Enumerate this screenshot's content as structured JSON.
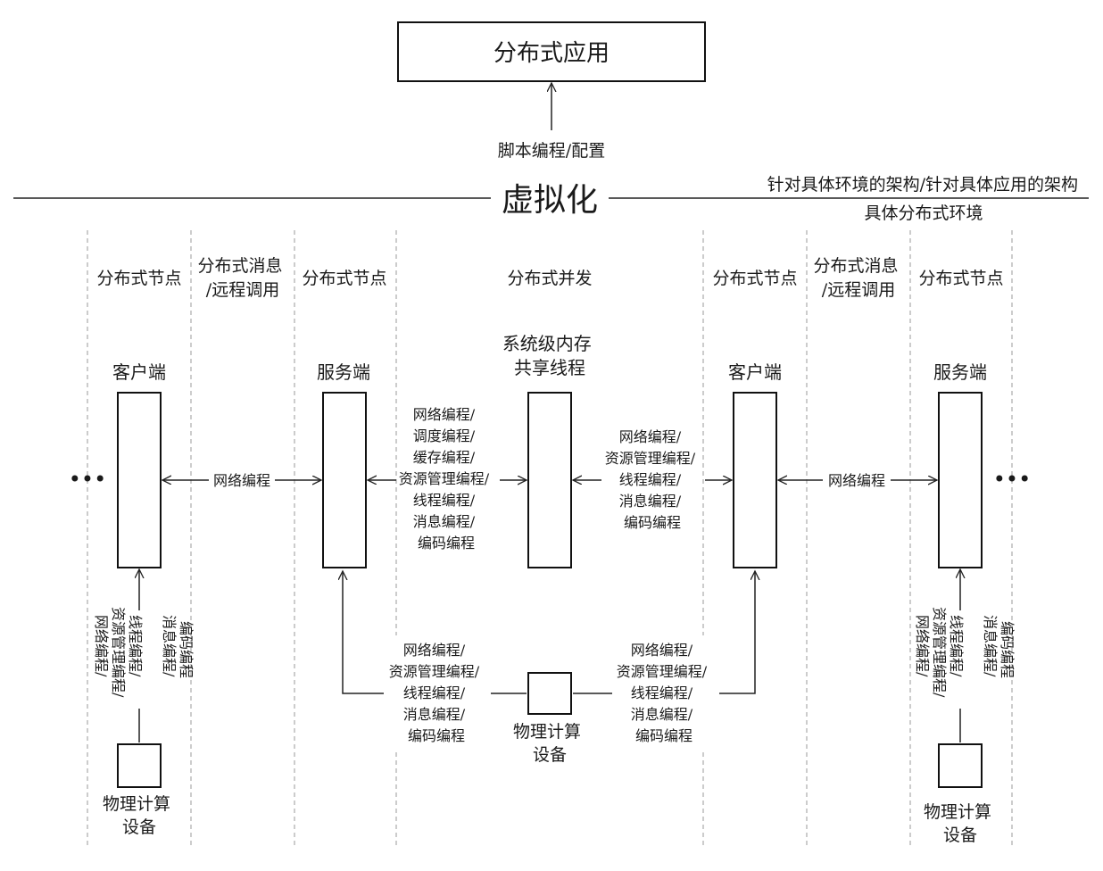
{
  "app": {
    "title": "分布式应用",
    "top_link": "脚本编程/配置"
  },
  "virtualization": {
    "label": "虚拟化",
    "right_label_1": "针对具体环境的架构/针对具体应用的架构",
    "right_label_2": "具体分布式环境"
  },
  "columns": [
    "分布式节点",
    "分布式消息/远程调用",
    "分布式节点",
    "分布式并发",
    "分布式节点",
    "分布式消息/远程调用",
    "分布式节点"
  ],
  "nodes": {
    "client_left": "客户端",
    "server_left": "服务端",
    "shared_memory": "系统级内存共享线程",
    "client_right": "客户端",
    "server_right": "服务端"
  },
  "links": {
    "net_left": "网络编程",
    "net_right": "网络编程",
    "server_to_shared": "网络编程/调度编程/缓存编程/资源管理编程/线程编程/消息编程/编码编程",
    "shared_to_client": "网络编程/资源管理编程/线程编程/消息编程/编码编程",
    "device_to_server": "网络编程/资源管理编程/线程编程/消息编程/编码编程",
    "device_to_client": "网络编程/资源管理编程/线程编程/消息编程/编码编程",
    "vertical_left": "网络编程/资源管理编程/线程编程/消息编程/编码编程",
    "vertical_right": "网络编程/资源管理编程/线程编程/消息编程/编码编程"
  },
  "devices": {
    "left": "物理计算设备",
    "center": "物理计算设备",
    "right": "物理计算设备"
  },
  "ellipsis": {
    "left": "•••",
    "right": "•••"
  }
}
